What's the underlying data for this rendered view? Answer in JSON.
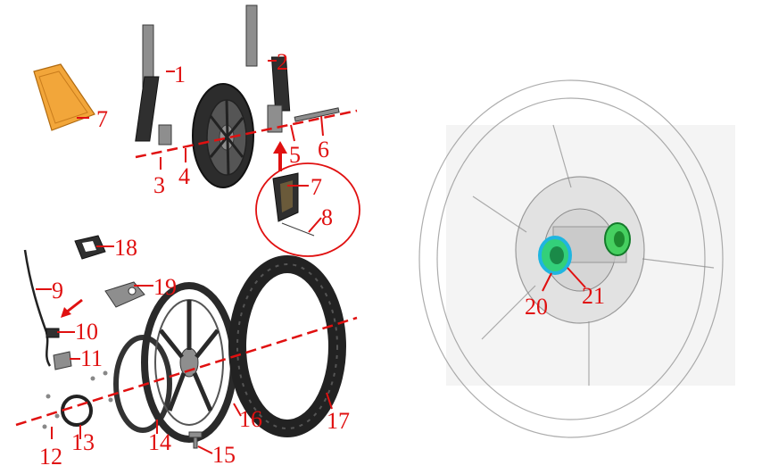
{
  "callouts": [
    {
      "id": "c1",
      "text": "1"
    },
    {
      "id": "c2",
      "text": "2"
    },
    {
      "id": "c3",
      "text": "3"
    },
    {
      "id": "c4",
      "text": "4"
    },
    {
      "id": "c5",
      "text": "5"
    },
    {
      "id": "c6",
      "text": "6"
    },
    {
      "id": "c7a",
      "text": "7"
    },
    {
      "id": "c7b",
      "text": "7"
    },
    {
      "id": "c8",
      "text": "8"
    },
    {
      "id": "c9",
      "text": "9"
    },
    {
      "id": "c10",
      "text": "10"
    },
    {
      "id": "c11",
      "text": "11"
    },
    {
      "id": "c12",
      "text": "12"
    },
    {
      "id": "c13",
      "text": "13"
    },
    {
      "id": "c14",
      "text": "14"
    },
    {
      "id": "c15",
      "text": "15"
    },
    {
      "id": "c16",
      "text": "16"
    },
    {
      "id": "c17",
      "text": "17"
    },
    {
      "id": "c18",
      "text": "18"
    },
    {
      "id": "c19",
      "text": "19"
    },
    {
      "id": "c20",
      "text": "20"
    },
    {
      "id": "c21",
      "text": "21"
    }
  ],
  "colors": {
    "callout": "#e01010",
    "reflector": "#f2a63a",
    "bearing": "#33d07a",
    "bearing_ring": "#1fb5e0"
  }
}
